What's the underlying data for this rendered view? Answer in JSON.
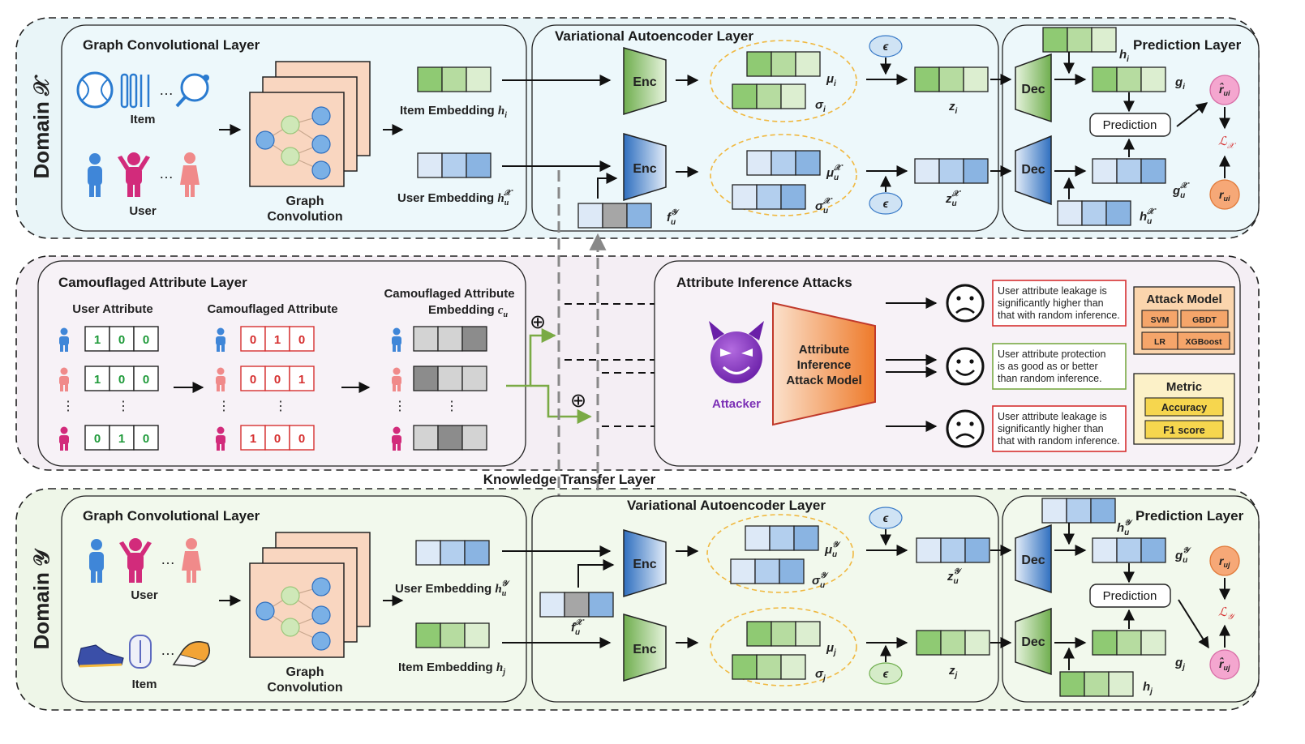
{
  "domains": {
    "x": {
      "label": "Domain 𝒳",
      "gcl": {
        "title": "Graph Convolutional Layer",
        "top_label": "Item",
        "bottom_label": "User",
        "conv_l1": "Graph",
        "conv_l2": "Convolution",
        "emb1_label": "Item Embedding ",
        "emb1_sym": "h",
        "emb1_sub": "i",
        "emb1_sup": "",
        "emb2_label": "User Embedding ",
        "emb2_sym": "h",
        "emb2_sub": "u",
        "emb2_sup": "𝒳"
      },
      "vae": {
        "title": "Variational Autoencoder Layer",
        "enc": "Enc",
        "eps": "ϵ",
        "mu1": "μ",
        "mu1_sub": "i",
        "mu1_sup": "",
        "sig1": "σ",
        "sig1_sub": "i",
        "sig1_sup": "",
        "z1": "z",
        "z1_sub": "i",
        "z1_sup": "",
        "mu2": "μ",
        "mu2_sub": "u",
        "mu2_sup": "𝒳",
        "sig2": "σ",
        "sig2_sub": "u",
        "sig2_sup": "𝒳",
        "z2": "z",
        "z2_sub": "u",
        "z2_sup": "𝒳",
        "f": "f",
        "f_sub": "u",
        "f_sup": "𝒴"
      },
      "pred": {
        "title": "Prediction Layer",
        "dec": "Dec",
        "prediction": "Prediction",
        "g1": "g",
        "g1_sub": "i",
        "g1_sup": "",
        "g2": "g",
        "g2_sub": "u",
        "g2_sup": "𝒳",
        "h1": "h",
        "h1_sub": "i",
        "h1_sup": "",
        "h2": "h",
        "h2_sub": "u",
        "h2_sup": "𝒳",
        "rhat": "r̂",
        "rhat_sub": "ui",
        "r": "r",
        "r_sub": "ui",
        "loss": "ℒ",
        "loss_sub": "𝒳"
      }
    },
    "y": {
      "label": "Domain 𝒴",
      "gcl": {
        "title": "Graph Convolutional Layer",
        "top_label": "User",
        "bottom_label": "Item",
        "conv_l1": "Graph",
        "conv_l2": "Convolution",
        "emb1_label": "User Embedding ",
        "emb1_sym": "h",
        "emb1_sub": "u",
        "emb1_sup": "𝒴",
        "emb2_label": "Item Embedding ",
        "emb2_sym": "h",
        "emb2_sub": "j",
        "emb2_sup": ""
      },
      "vae": {
        "title": "Variational Autoencoder Layer",
        "enc": "Enc",
        "eps": "ϵ",
        "mu1": "μ",
        "mu1_sub": "u",
        "mu1_sup": "𝒴",
        "sig1": "σ",
        "sig1_sub": "u",
        "sig1_sup": "𝒴",
        "z1": "z",
        "z1_sub": "u",
        "z1_sup": "𝒴",
        "mu2": "μ",
        "mu2_sub": "j",
        "mu2_sup": "",
        "sig2": "σ",
        "sig2_sub": "j",
        "sig2_sup": "",
        "z2": "z",
        "z2_sub": "j",
        "z2_sup": "",
        "f": "f",
        "f_sub": "u",
        "f_sup": "𝒳"
      },
      "pred": {
        "title": "Prediction Layer",
        "dec": "Dec",
        "prediction": "Prediction",
        "g1": "g",
        "g1_sub": "u",
        "g1_sup": "𝒴",
        "g2": "g",
        "g2_sub": "j",
        "g2_sup": "",
        "h1": "h",
        "h1_sub": "u",
        "h1_sup": "𝒴",
        "h2": "h",
        "h2_sub": "j",
        "h2_sup": "",
        "rhat": "r̂",
        "rhat_sub": "uj",
        "r": "r",
        "r_sub": "uj",
        "loss": "ℒ",
        "loss_sub": "𝒴"
      }
    }
  },
  "camo": {
    "title": "Camouflaged Attribute Layer",
    "user_attr": "User Attribute",
    "camo_attr": "Camouflaged Attribute",
    "camo_emb_l1": "Camouflaged Attribute",
    "camo_emb_l2": "Embedding ",
    "camo_emb_sym": "c",
    "camo_emb_sub": "u",
    "rows_user": [
      [
        "1",
        "0",
        "0"
      ],
      [
        "1",
        "0",
        "0"
      ],
      [
        "0",
        "1",
        "0"
      ]
    ],
    "rows_camo": [
      [
        "0",
        "1",
        "0"
      ],
      [
        "0",
        "0",
        "1"
      ],
      [
        "1",
        "0",
        "0"
      ]
    ],
    "oplus": "⊕"
  },
  "knowledge_transfer": "Knowledge Transfer Layer",
  "attack": {
    "title": "Attribute Inference Attacks",
    "attacker": "Attacker",
    "model_l1": "Attribute",
    "model_l2": "Inference",
    "model_l3": "Attack Model",
    "outcomes": [
      {
        "face": "sad",
        "l1": "User attribute leakage is",
        "l2": "significantly higher than",
        "l3": "that with random inference."
      },
      {
        "face": "happy",
        "l1": "User attribute protection",
        "l2": "is as good as or better",
        "l3": "than random inference."
      },
      {
        "face": "sad",
        "l1": "User attribute leakage is",
        "l2": "significantly higher than",
        "l3": "that with random inference."
      }
    ],
    "attack_model": {
      "title": "Attack Model",
      "items": [
        "SVM",
        "GBDT",
        "LR",
        "XGBoost"
      ]
    },
    "metric": {
      "title": "Metric",
      "items": [
        "Accuracy",
        "F1 score"
      ]
    }
  },
  "colors": {
    "domain_x_bg": "#e9f5f8",
    "camo_bg": "#f4eef4",
    "domain_y_bg": "#eef6e8",
    "green_dark": "#8fca73",
    "green_mid": "#b6dca0",
    "green_light": "#dceed0",
    "blue_dark": "#8ab4e2",
    "blue_mid": "#b3cfee",
    "blue_light": "#dde9f7",
    "accent_orange": "#f08a3c",
    "attacker_purple": "#7b2fb5"
  }
}
